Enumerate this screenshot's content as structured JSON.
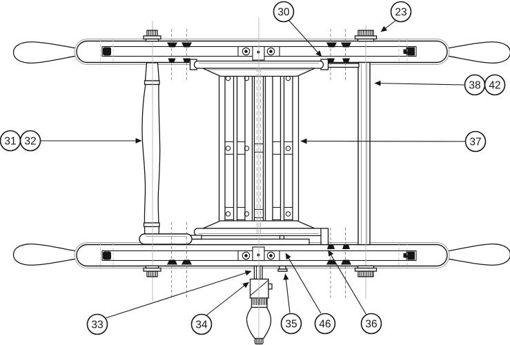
{
  "figure": {
    "kind": "patent-style technical line drawing with numbered part callouts",
    "colors": {
      "background": "#ffffff",
      "line": "#161616",
      "light_line": "#9a9a9a"
    },
    "callouts": [
      {
        "label": "30"
      },
      {
        "label": "23"
      },
      {
        "label": "38"
      },
      {
        "label": "42"
      },
      {
        "label": "37"
      },
      {
        "label": "31"
      },
      {
        "label": "32"
      },
      {
        "label": "33"
      },
      {
        "label": "34"
      },
      {
        "label": "35"
      },
      {
        "label": "46"
      },
      {
        "label": "36"
      }
    ]
  }
}
